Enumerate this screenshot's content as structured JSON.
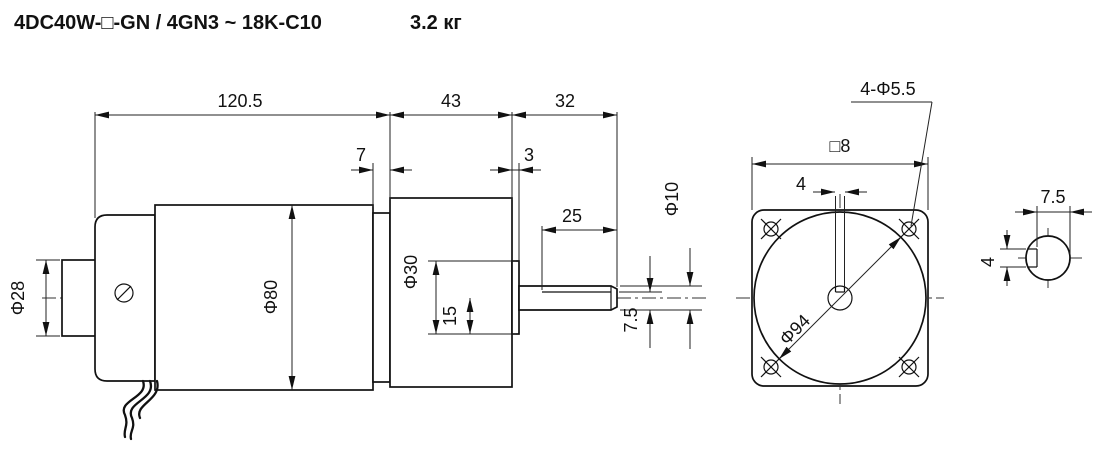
{
  "title": {
    "model": "4DC40W-□-GN / 4GN3 ~ 18K-C10",
    "weight": "3.2 кг"
  },
  "side_view": {
    "dims": {
      "motor_length": "120.5",
      "gearbox_length": "43",
      "shaft_length": "32",
      "spigot": "7",
      "boss_depth": "3",
      "flat_length": "25",
      "shaft_dia": "Φ10",
      "boss_dia": "Φ30",
      "body_dia": "Φ80",
      "rear_dia": "Φ28",
      "boss_radius": "15",
      "flat_height": "7.5"
    }
  },
  "front_view": {
    "dims": {
      "mounting_holes": "4-Φ5.5",
      "square_size": "□8",
      "key_width": "4",
      "circle_dia": "Φ94"
    }
  },
  "detail_view": {
    "dims": {
      "flat_height": "7.5",
      "key_width": "4"
    }
  }
}
